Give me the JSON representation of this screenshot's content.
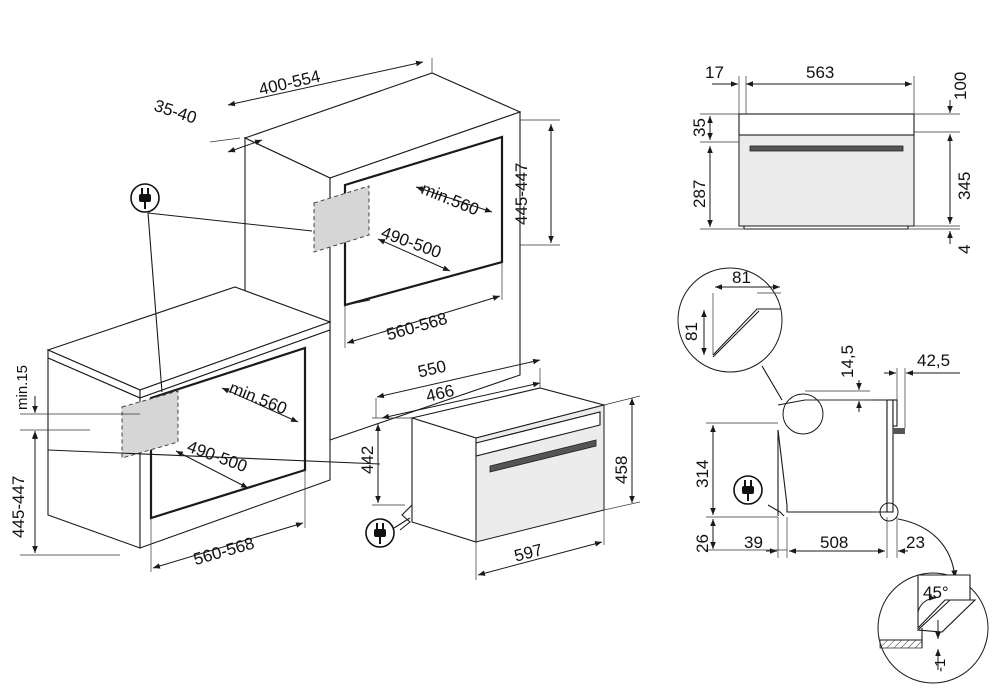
{
  "left_drawing": {
    "column": {
      "d_depth": "400-554",
      "d_offset": "35-40",
      "d_height": "445-447",
      "d_min_depth": "min.560",
      "d_inner_height": "490-500",
      "d_width": "560-568"
    },
    "counter": {
      "d_min_gap": "min.15",
      "d_height": "445-447",
      "d_min_depth": "min.560",
      "d_inner_height": "490-500",
      "d_width": "560-568"
    },
    "appliance": {
      "d_depth_total": "550",
      "d_depth_body": "466",
      "d_body_height": "442",
      "d_front_height": "458",
      "d_front_width": "597"
    }
  },
  "front_view": {
    "d_left": "17",
    "d_width": "563",
    "d_top": "100",
    "d_band": "35",
    "d_body": "287",
    "d_total": "345",
    "d_bottom": "4"
  },
  "detail_top": {
    "d_h": "81",
    "d_v": "81"
  },
  "side_view": {
    "d_top_gap": "14,5",
    "d_front": "42,5",
    "d_height": "314",
    "d_bottom": "26",
    "d_rear": "39",
    "d_depth": "508",
    "d_front_overhang": "23"
  },
  "detail_bottom": {
    "d_angle": "45°",
    "d_offset": "-1"
  },
  "icons": [
    "plug-icon",
    "plug-icon",
    "plug-icon"
  ]
}
